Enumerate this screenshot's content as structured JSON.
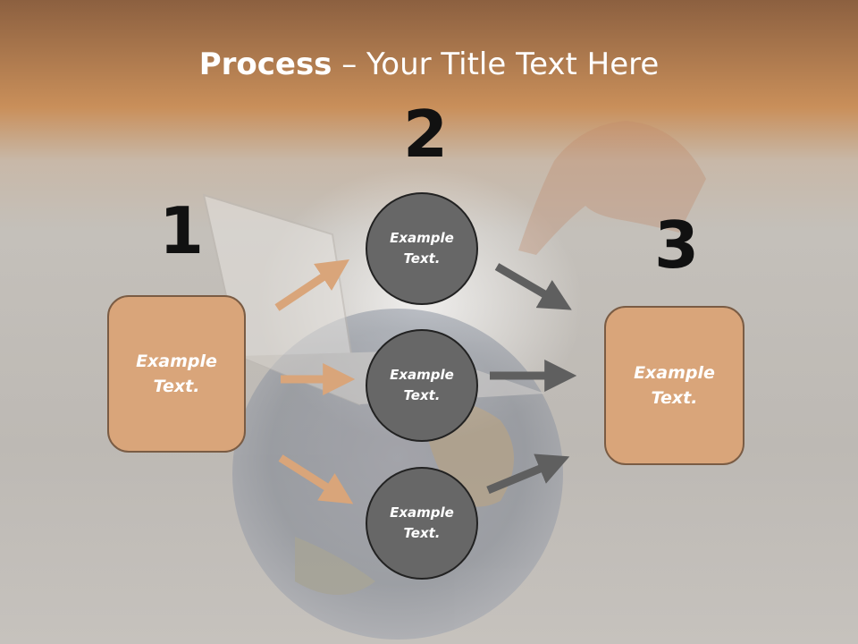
{
  "title": {
    "bold": "Process",
    "rest": " – Your Title Text Here"
  },
  "steps": [
    {
      "number": "1"
    },
    {
      "number": "2"
    },
    {
      "number": "3"
    }
  ],
  "left_box": {
    "text_line1": "Example",
    "text_line2": "Text."
  },
  "right_box": {
    "text_line1": "Example",
    "text_line2": "Text."
  },
  "circles": [
    {
      "text_line1": "Example",
      "text_line2": "Text."
    },
    {
      "text_line1": "Example",
      "text_line2": "Text."
    },
    {
      "text_line1": "Example",
      "text_line2": "Text."
    }
  ],
  "colors": {
    "box_fill": "#d9a57a",
    "circle_fill": "#676767",
    "arrow_left": "#d9a57a",
    "arrow_right": "#5f5f5f",
    "header_band": "#c98f5a"
  }
}
